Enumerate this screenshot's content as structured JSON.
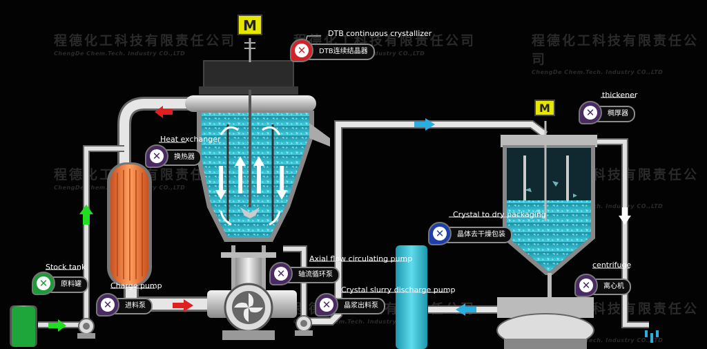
{
  "watermark": {
    "company_cn": "程德化工科技有限责任公司",
    "company_en": "ChengDe Chem.Tech. Industry CO.,LTD"
  },
  "motor_glyph": "M",
  "icon_close": "✕",
  "components": [
    {
      "id": "dtb",
      "en": "DTB continuous crystallizer",
      "cn": "DTB连续结晶器",
      "color": "#d0232a"
    },
    {
      "id": "heat",
      "en": "Heat exchanger",
      "cn": "换热器",
      "color": "#4a2a63"
    },
    {
      "id": "stock",
      "en": "Stock tank",
      "cn": "原料罐",
      "color": "#1f9a3a"
    },
    {
      "id": "charge",
      "en": "Charge pump",
      "cn": "进料泵",
      "color": "#4a2a63"
    },
    {
      "id": "axial",
      "en": "Axial flow circulating pump",
      "cn": "轴流循环泵",
      "color": "#4a2a63"
    },
    {
      "id": "slurry",
      "en": "Crystal slurry discharge pump",
      "cn": "晶浆出料泵",
      "color": "#4a2a63"
    },
    {
      "id": "dry",
      "en": "Crystal to dry packaging",
      "cn": "晶体去干燥包装",
      "color": "#1f3fa8"
    },
    {
      "id": "thick",
      "en": "thickener",
      "cn": "稠厚器",
      "color": "#4a2a63"
    },
    {
      "id": "centri",
      "en": "centrifuge",
      "cn": "离心机",
      "color": "#4a2a63"
    }
  ],
  "colors": {
    "pipe": "#d9d9d9",
    "liquid": "#2fb5c8",
    "heater": "#f07a3a",
    "tank_green": "#1fa63a",
    "motor": "#e6e600"
  }
}
